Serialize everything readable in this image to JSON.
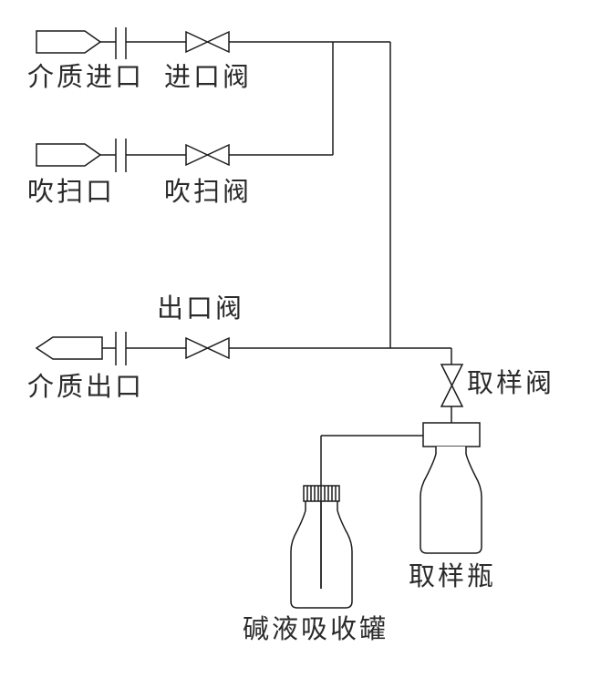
{
  "diagram": {
    "title": "",
    "labels": {
      "medium_inlet": "介质进口",
      "inlet_valve": "进口阀",
      "purge_port": "吹扫口",
      "purge_valve": "吹扫阀",
      "outlet_valve": "出口阀",
      "medium_outlet": "介质出口",
      "sampling_valve": "取样阀",
      "sampling_bottle": "取样瓶",
      "alkali_absorption_tank": "碱液吸收罐"
    },
    "components": [
      {
        "id": "medium-inlet-port",
        "type": "inlet-connector"
      },
      {
        "id": "inlet-flange",
        "type": "flange"
      },
      {
        "id": "inlet-valve",
        "type": "gate-valve"
      },
      {
        "id": "purge-port",
        "type": "inlet-connector"
      },
      {
        "id": "purge-flange",
        "type": "flange"
      },
      {
        "id": "purge-valve",
        "type": "gate-valve"
      },
      {
        "id": "medium-outlet-port",
        "type": "outlet-connector"
      },
      {
        "id": "outlet-flange",
        "type": "flange"
      },
      {
        "id": "outlet-valve",
        "type": "gate-valve"
      },
      {
        "id": "sampling-valve",
        "type": "gate-valve"
      },
      {
        "id": "sampling-bottle",
        "type": "bottle"
      },
      {
        "id": "alkali-absorption-tank",
        "type": "bottle"
      }
    ],
    "connections": [
      [
        "medium-inlet-port",
        "inlet-flange"
      ],
      [
        "inlet-flange",
        "inlet-valve"
      ],
      [
        "inlet-valve",
        "main-header"
      ],
      [
        "purge-port",
        "purge-flange"
      ],
      [
        "purge-flange",
        "purge-valve"
      ],
      [
        "purge-valve",
        "main-header"
      ],
      [
        "main-header",
        "outlet-valve"
      ],
      [
        "outlet-valve",
        "outlet-flange"
      ],
      [
        "outlet-flange",
        "medium-outlet-port"
      ],
      [
        "main-header",
        "sampling-valve"
      ],
      [
        "sampling-valve",
        "sampling-bottle"
      ],
      [
        "sampling-bottle",
        "alkali-absorption-tank"
      ]
    ]
  }
}
